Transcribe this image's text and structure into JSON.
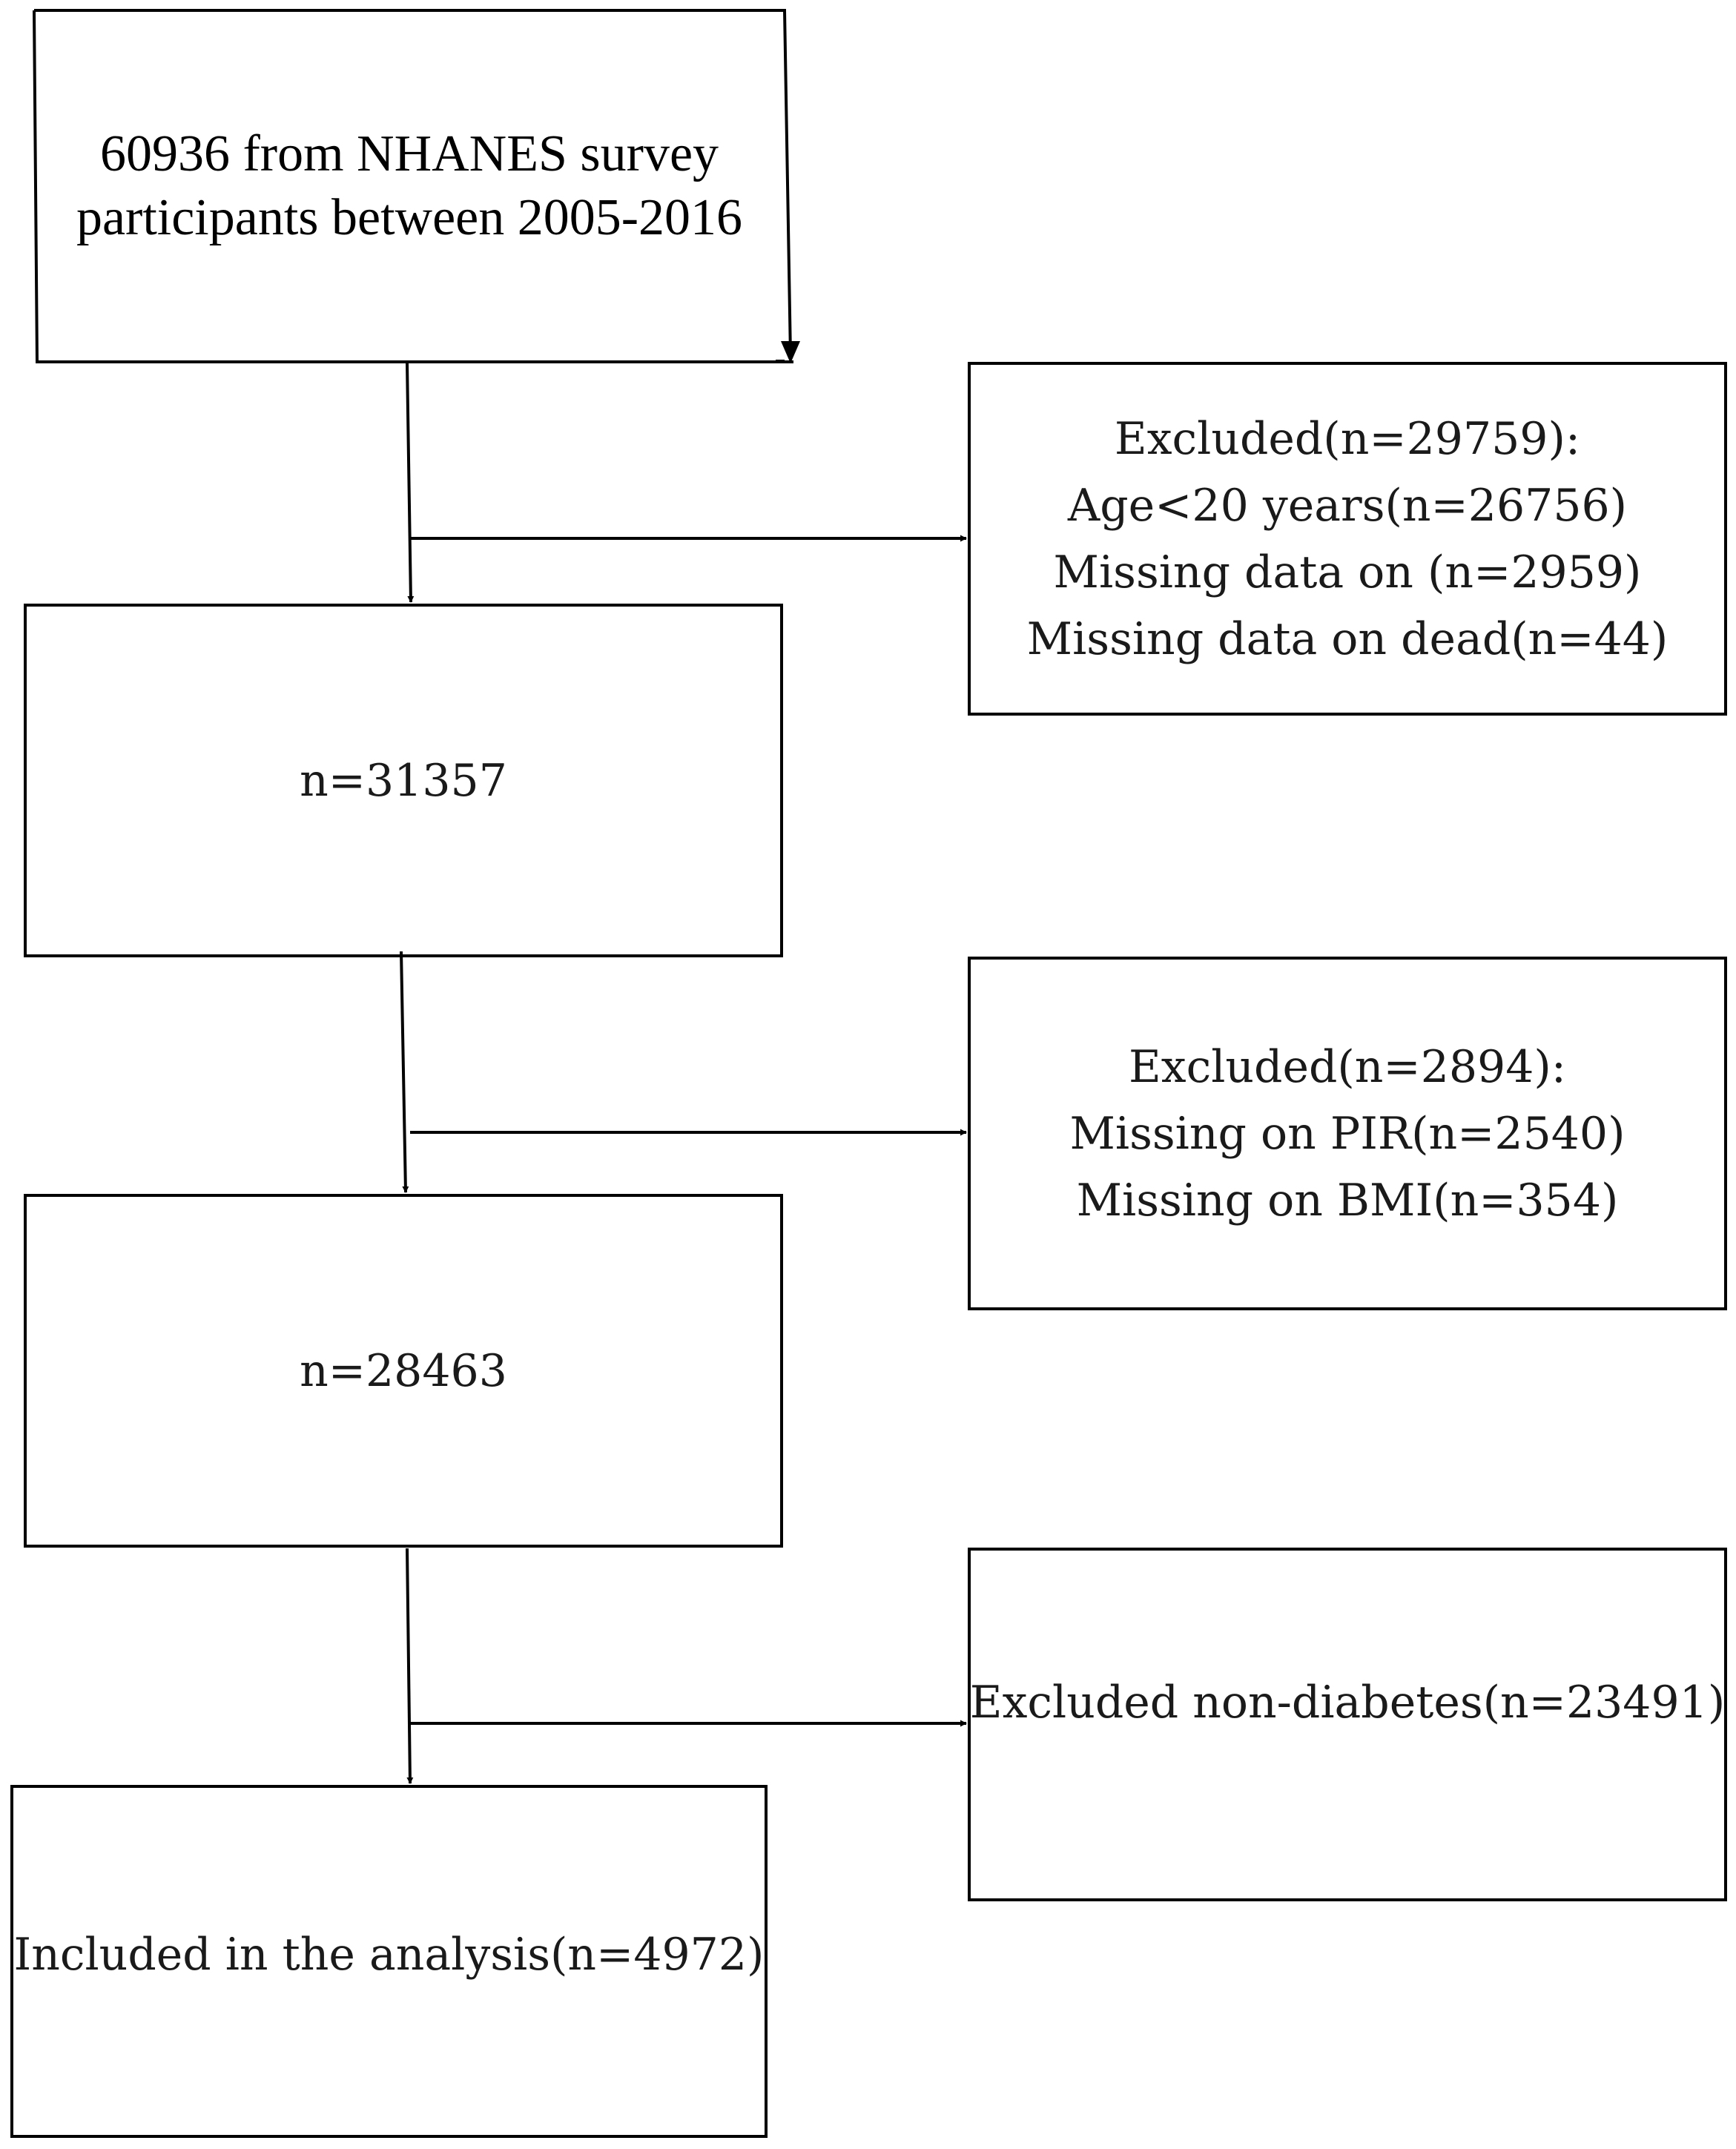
{
  "flowchart": {
    "start": {
      "line1": "60936 from NHANES survey",
      "line2": "participants  between 2005-2016"
    },
    "step1": {
      "label": "n=31357"
    },
    "step2": {
      "label": "n=28463"
    },
    "final": {
      "label": "Included in the analysis(n=4972)"
    },
    "exclusion1": {
      "line1": "Excluded(n=29759):",
      "line2": "Age<20 years(n=26756)",
      "line3": "Missing data on (n=2959)",
      "line4": "Missing data on dead(n=44)"
    },
    "exclusion2": {
      "line1": "Excluded(n=2894):",
      "line2": "Missing on PIR(n=2540)",
      "line3": "Missing on BMI(n=354)"
    },
    "exclusion3": {
      "line1": "Excluded non-diabetes(n=23491)"
    }
  }
}
